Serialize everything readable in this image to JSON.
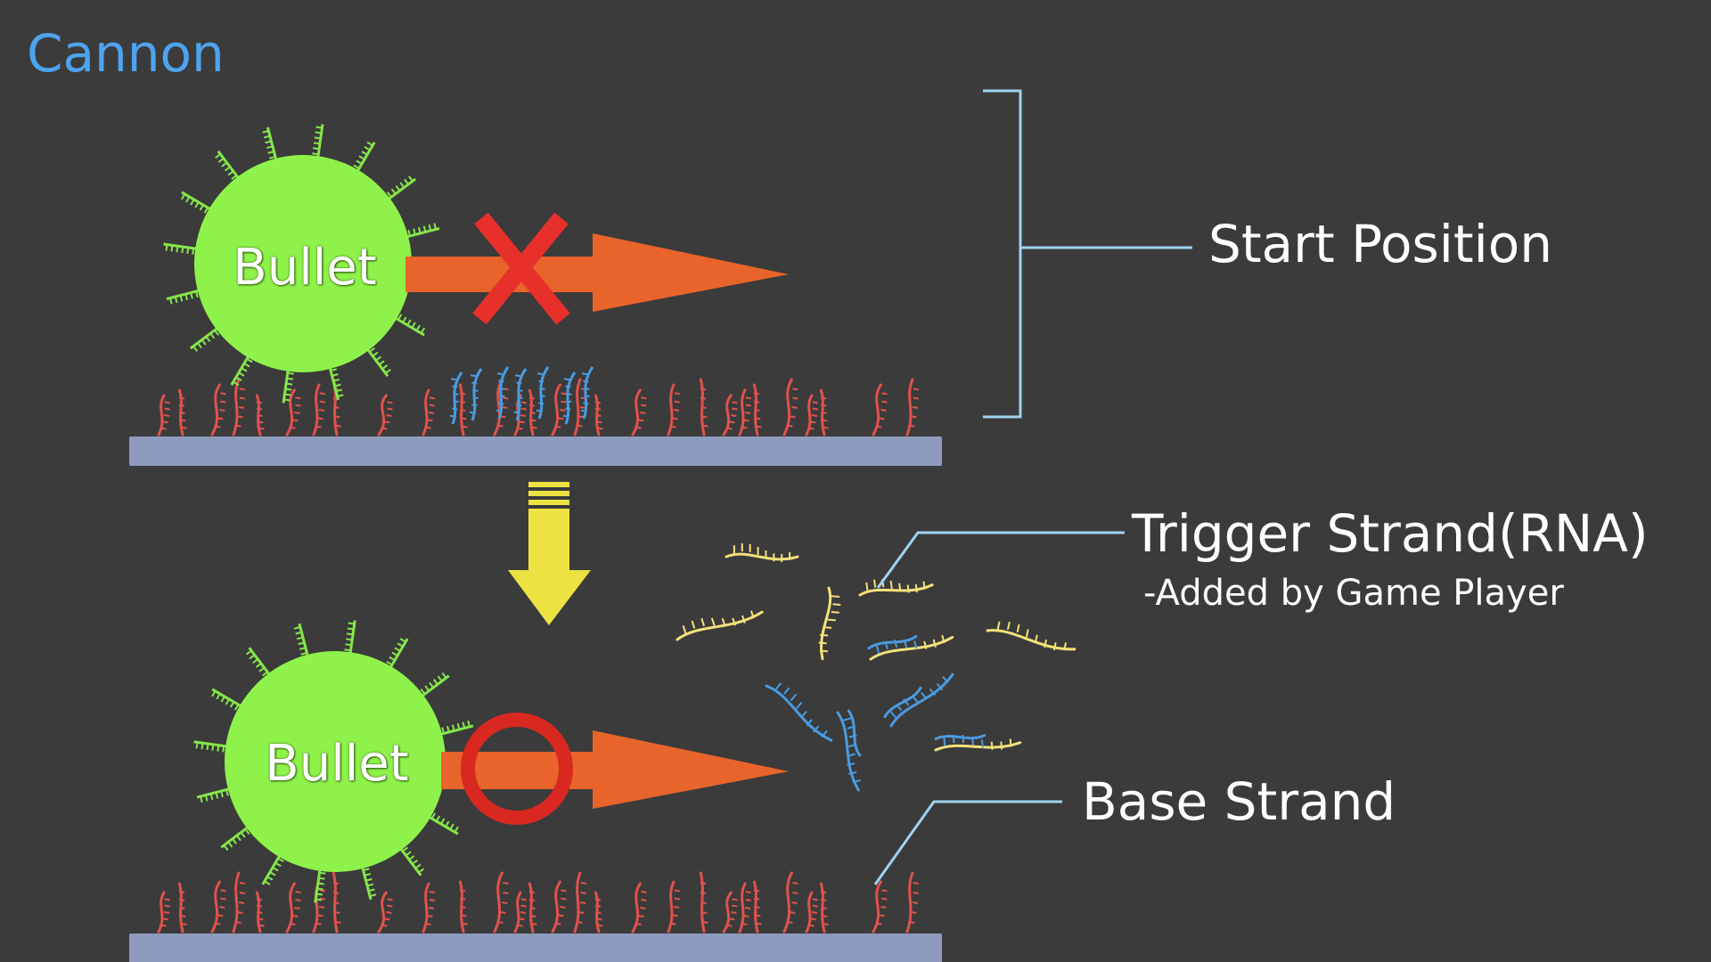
{
  "slide": {
    "title": "Cannon"
  },
  "labels": {
    "start_position": "Start Position",
    "trigger_strand": "Trigger Strand(RNA)",
    "trigger_note": "-Added by Game Player",
    "base_strand": "Base Strand"
  },
  "bullet": {
    "label": "Bullet"
  },
  "panels": [
    {
      "state": "blocked",
      "mark": "cross-mark"
    },
    {
      "state": "fired",
      "mark": "circle-mark"
    }
  ],
  "colors": {
    "background": "#3b3b3b",
    "title": "#4ea3ee",
    "bullet": "#8ef24a",
    "bullet_strands": "#86e64a",
    "base_strand": "#e0524c",
    "trigger_strand": "#f3e27a",
    "bound_strand": "#4a9be0",
    "substrate": "#8e9bbd",
    "arrow": "#e8642a",
    "cross": "#e8302a",
    "circle": "#d8281f",
    "down_arrow": "#ece242",
    "callout_line": "#9fd3f0"
  }
}
